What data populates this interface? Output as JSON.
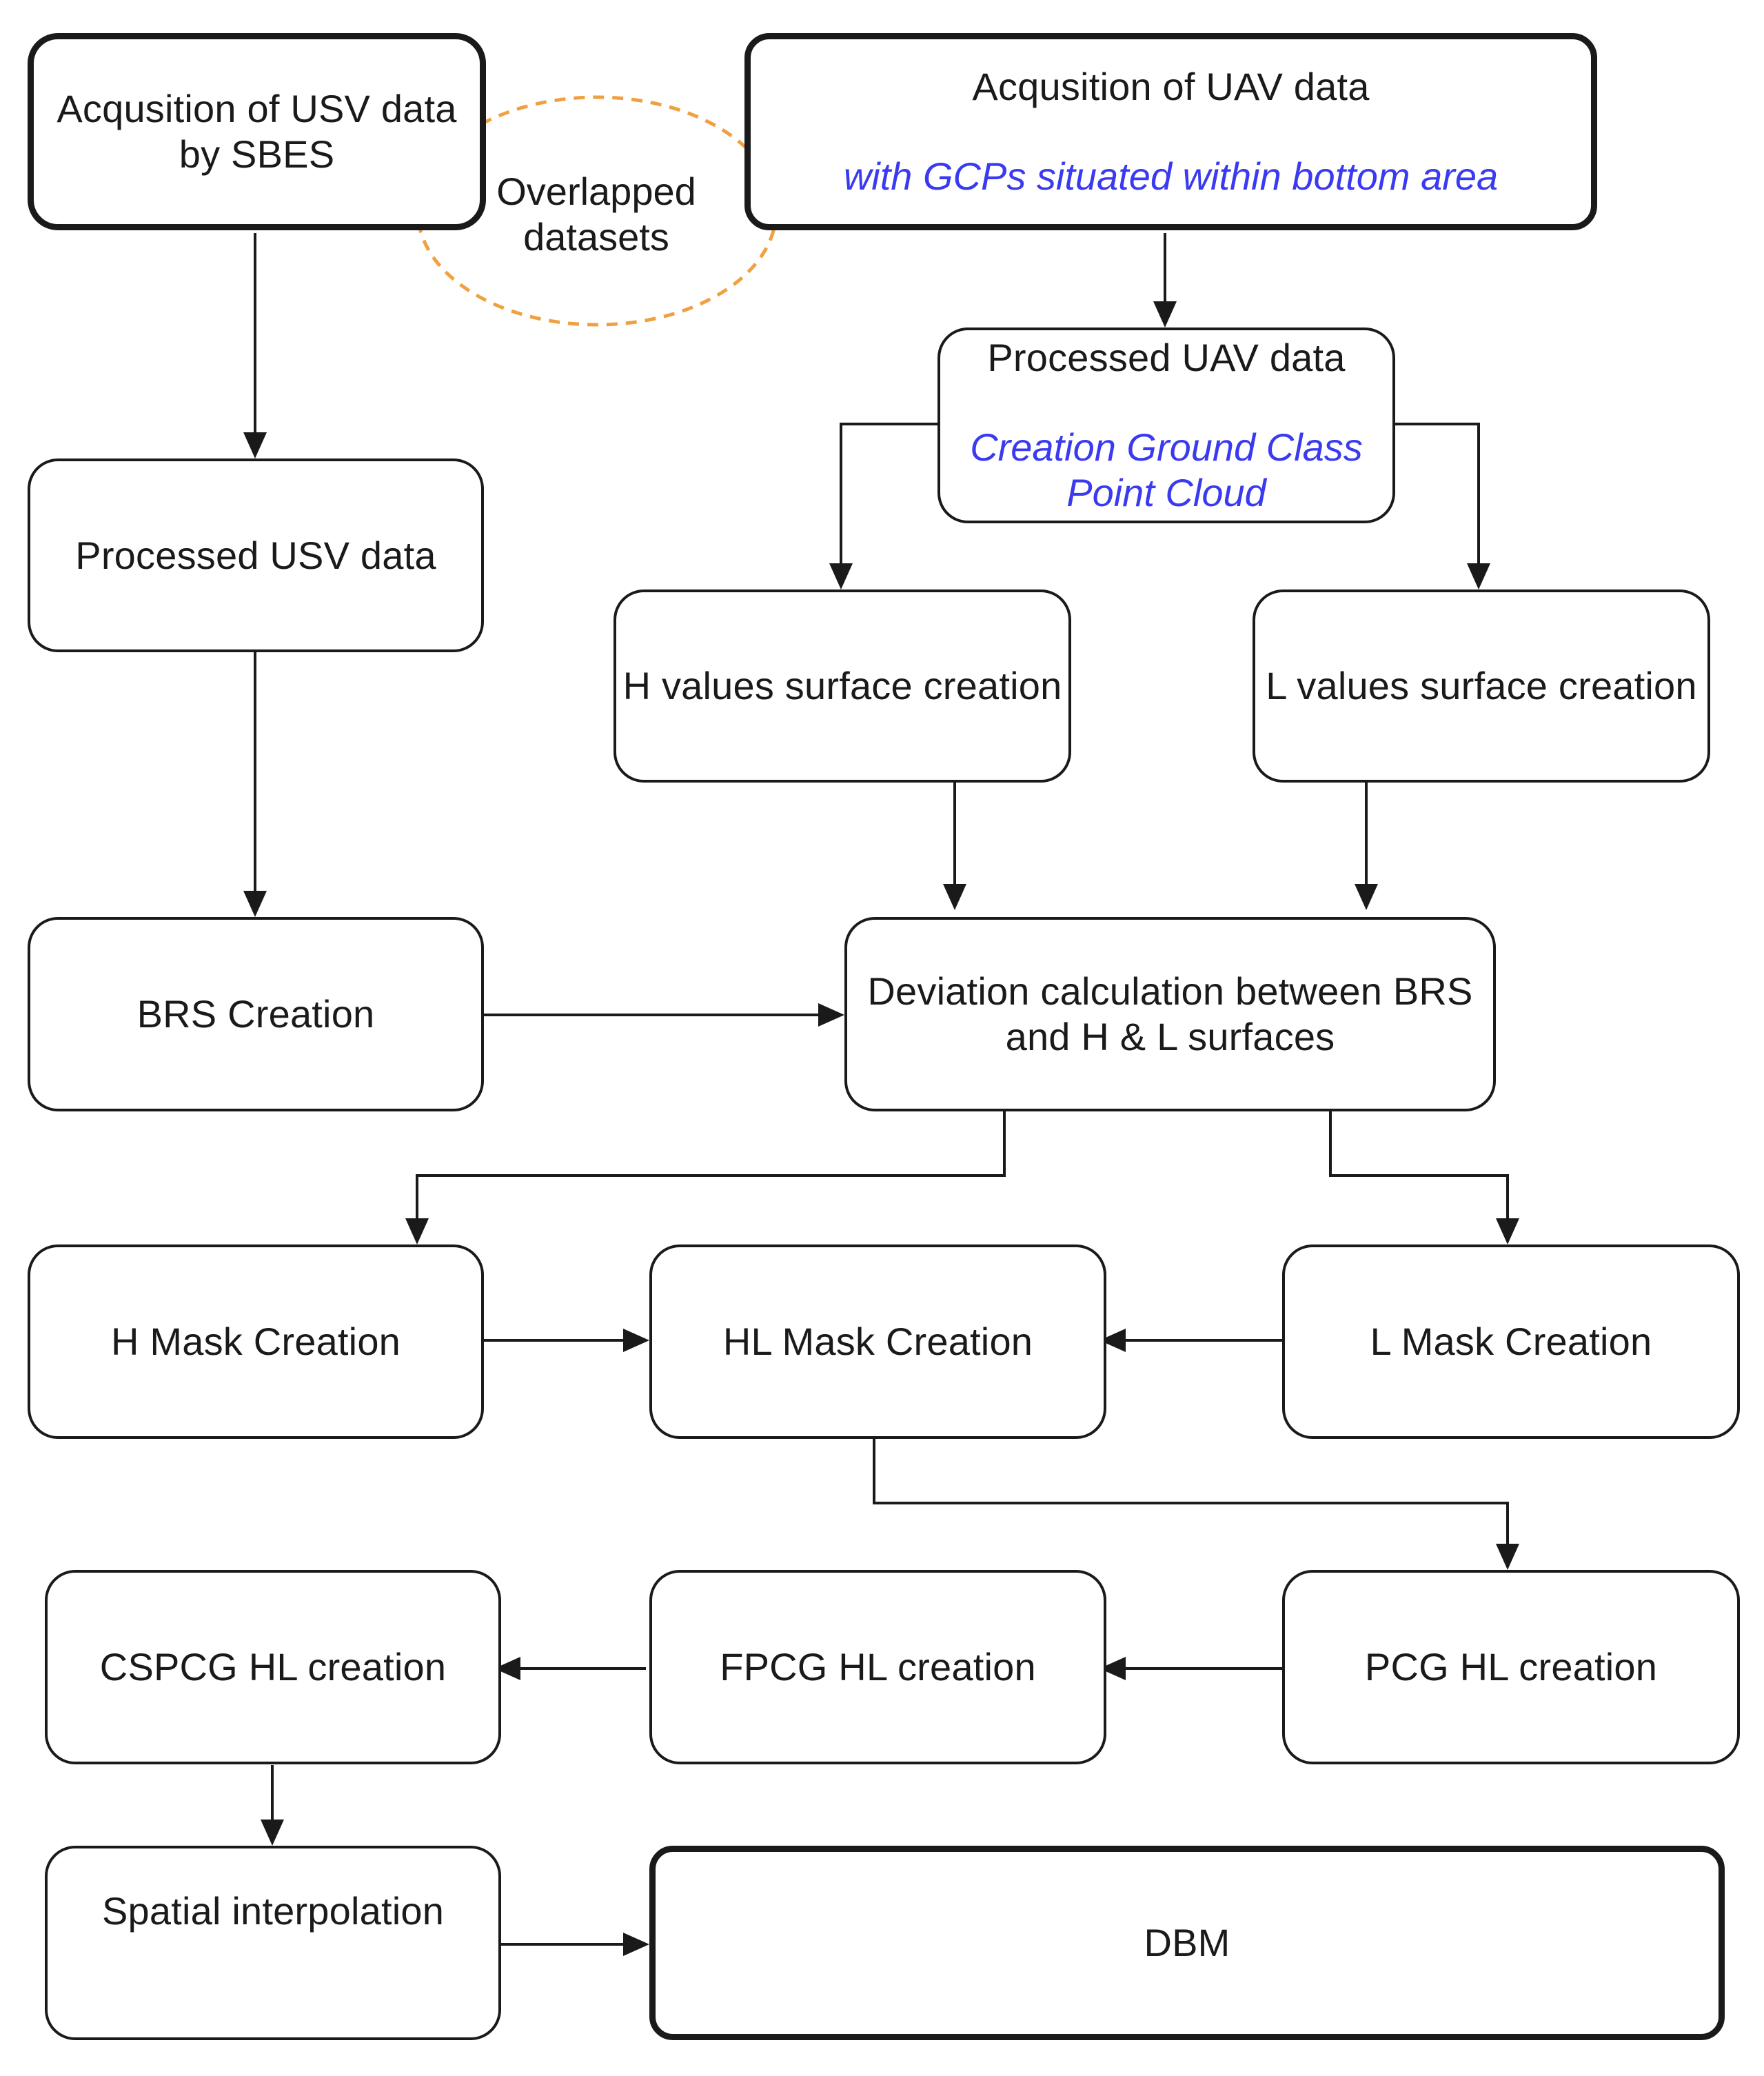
{
  "nodes": {
    "usv_acq": "Acqusition of USV data\nby SBES",
    "overlap": "Overlapped\ndatasets",
    "uav_acq": "Acqusition of UAV data",
    "uav_acq_note": "with GCPs situated within bottom area",
    "uav_proc": "Processed UAV data",
    "uav_proc_note": "Creation Ground Class\nPoint Cloud",
    "usv_proc": "Processed USV data",
    "h_surface": "H values surface creation",
    "l_surface": "L values surface creation",
    "brs": "BRS Creation",
    "deviation": "Deviation calculation between BRS\nand H & L surfaces",
    "h_mask": "H Mask Creation",
    "hl_mask": "HL Mask Creation",
    "l_mask": "L Mask Creation",
    "cspcg": "CSPCG HL creation",
    "fpcg": "FPCG HL creation",
    "pcg": "PCG HL creation",
    "spatial": "Spatial interpolation",
    "dbm": "DBM"
  },
  "colors": {
    "stroke": "#1a1a1a",
    "note_text": "#3a3af0",
    "overlap_dash": "#f0a040"
  }
}
